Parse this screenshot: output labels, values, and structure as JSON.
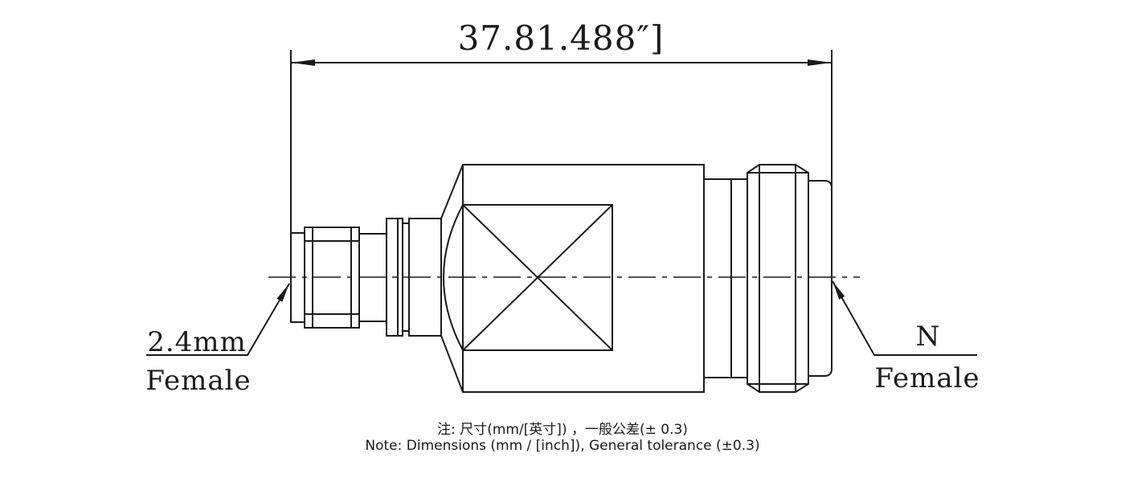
{
  "dimension": {
    "overall_length": "37.81.488″]"
  },
  "left_callout": {
    "size": "2.4mm",
    "gender": "Female"
  },
  "right_callout": {
    "type": "N",
    "gender": "Female"
  },
  "notes": {
    "chinese": "注: 尺寸(mm/[英寸])  ，一般公差(± 0.3)",
    "english": "Note: Dimensions (mm / [inch]), General tolerance (±0.3)"
  }
}
